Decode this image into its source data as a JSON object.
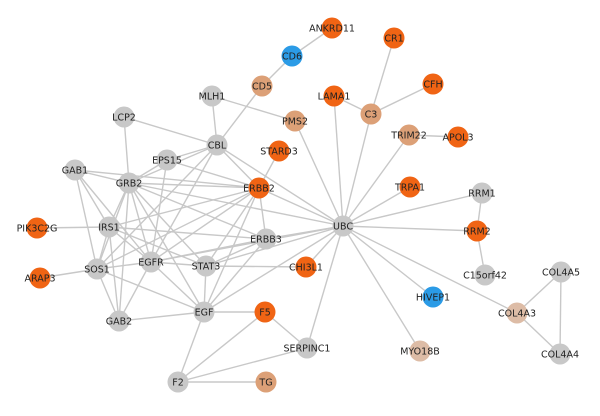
{
  "colors": {
    "grey": "#c8c8c8",
    "dark_orange": "#f06414",
    "mid_orange": "#e68a4a",
    "light_orange": "#dca077",
    "pale": "#ddbca6",
    "blue": "#2b9be6",
    "edge": "#c8c8c8"
  },
  "nodes": [
    {
      "id": "ANKRD11",
      "label": "ANKRD11",
      "color": "dark_orange"
    },
    {
      "id": "CR1",
      "label": "CR1",
      "color": "dark_orange"
    },
    {
      "id": "CD6",
      "label": "CD6",
      "color": "blue"
    },
    {
      "id": "CFH",
      "label": "CFH",
      "color": "dark_orange"
    },
    {
      "id": "CD5",
      "label": "CD5",
      "color": "light_orange"
    },
    {
      "id": "MLH1",
      "label": "MLH1",
      "color": "grey"
    },
    {
      "id": "LAMA1",
      "label": "LAMA1",
      "color": "dark_orange"
    },
    {
      "id": "C3",
      "label": "C3",
      "color": "light_orange"
    },
    {
      "id": "LCP2",
      "label": "LCP2",
      "color": "grey"
    },
    {
      "id": "PMS2",
      "label": "PMS2",
      "color": "light_orange"
    },
    {
      "id": "TRIM22",
      "label": "TRIM22",
      "color": "light_orange"
    },
    {
      "id": "APOL3",
      "label": "APOL3",
      "color": "dark_orange"
    },
    {
      "id": "CBL",
      "label": "CBL",
      "color": "grey"
    },
    {
      "id": "STARD3",
      "label": "STARD3",
      "color": "dark_orange"
    },
    {
      "id": "EPS15",
      "label": "EPS15",
      "color": "grey"
    },
    {
      "id": "GAB1",
      "label": "GAB1",
      "color": "grey"
    },
    {
      "id": "GRB2",
      "label": "GRB2",
      "color": "grey"
    },
    {
      "id": "ERBB2",
      "label": "ERBB2",
      "color": "dark_orange"
    },
    {
      "id": "TRPA1",
      "label": "TRPA1",
      "color": "dark_orange"
    },
    {
      "id": "RRM1",
      "label": "RRM1",
      "color": "grey"
    },
    {
      "id": "UBC",
      "label": "UBC",
      "color": "grey"
    },
    {
      "id": "PIK3C2G",
      "label": "PIK3C2G",
      "color": "dark_orange"
    },
    {
      "id": "IRS1",
      "label": "IRS1",
      "color": "grey"
    },
    {
      "id": "RRM2",
      "label": "RRM2",
      "color": "dark_orange"
    },
    {
      "id": "ERBB3",
      "label": "ERBB3",
      "color": "grey"
    },
    {
      "id": "EGFR",
      "label": "EGFR",
      "color": "grey"
    },
    {
      "id": "STAT3",
      "label": "STAT3",
      "color": "grey"
    },
    {
      "id": "CHI3L1",
      "label": "CHI3L1",
      "color": "dark_orange"
    },
    {
      "id": "SOS1",
      "label": "SOS1",
      "color": "grey"
    },
    {
      "id": "C15orf42",
      "label": "C15orf42",
      "color": "grey"
    },
    {
      "id": "COL4A5",
      "label": "COL4A5",
      "color": "grey"
    },
    {
      "id": "ARAP3",
      "label": "ARAP3",
      "color": "dark_orange"
    },
    {
      "id": "HIVEP1",
      "label": "HIVEP1",
      "color": "blue"
    },
    {
      "id": "GAB2",
      "label": "GAB2",
      "color": "grey"
    },
    {
      "id": "EGF",
      "label": "EGF",
      "color": "grey"
    },
    {
      "id": "F5",
      "label": "F5",
      "color": "dark_orange"
    },
    {
      "id": "COL4A3",
      "label": "COL4A3",
      "color": "pale"
    },
    {
      "id": "SERPINC1",
      "label": "SERPINC1",
      "color": "grey"
    },
    {
      "id": "MYO18B",
      "label": "MYO18B",
      "color": "pale"
    },
    {
      "id": "COL4A4",
      "label": "COL4A4",
      "color": "grey"
    },
    {
      "id": "F2",
      "label": "F2",
      "color": "grey"
    },
    {
      "id": "TG",
      "label": "TG",
      "color": "light_orange"
    }
  ],
  "edges": [
    [
      "CD6",
      "CD5"
    ],
    [
      "CD6",
      "ANKRD11"
    ],
    [
      "CD5",
      "CBL"
    ],
    [
      "CR1",
      "C3"
    ],
    [
      "CFH",
      "C3"
    ],
    [
      "C3",
      "LAMA1"
    ],
    [
      "C3",
      "UBC"
    ],
    [
      "TRIM22",
      "APOL3"
    ],
    [
      "TRIM22",
      "UBC"
    ],
    [
      "MLH1",
      "PMS2"
    ],
    [
      "MLH1",
      "CBL"
    ],
    [
      "PMS2",
      "UBC"
    ],
    [
      "LAMA1",
      "UBC"
    ],
    [
      "STARD3",
      "ERBB2"
    ],
    [
      "TRPA1",
      "UBC"
    ],
    [
      "RRM1",
      "UBC"
    ],
    [
      "RRM2",
      "UBC"
    ],
    [
      "RRM2",
      "RRM1"
    ],
    [
      "RRM2",
      "C15orf42"
    ],
    [
      "HIVEP1",
      "UBC"
    ],
    [
      "COL4A3",
      "UBC"
    ],
    [
      "COL4A3",
      "COL4A5"
    ],
    [
      "COL4A3",
      "COL4A4"
    ],
    [
      "COL4A5",
      "COL4A4"
    ],
    [
      "MYO18B",
      "UBC"
    ],
    [
      "CHI3L1",
      "UBC"
    ],
    [
      "CHI3L1",
      "STAT3"
    ],
    [
      "SERPINC1",
      "UBC"
    ],
    [
      "SERPINC1",
      "F5"
    ],
    [
      "SERPINC1",
      "F2"
    ],
    [
      "F5",
      "EGF"
    ],
    [
      "F5",
      "F2"
    ],
    [
      "F2",
      "EGF"
    ],
    [
      "F2",
      "TG"
    ],
    [
      "ERBB2",
      "UBC"
    ],
    [
      "ERBB3",
      "UBC"
    ],
    [
      "CBL",
      "UBC"
    ],
    [
      "GRB2",
      "UBC"
    ],
    [
      "EGFR",
      "UBC"
    ],
    [
      "STAT3",
      "UBC"
    ],
    [
      "EGF",
      "UBC"
    ],
    [
      "LCP2",
      "GRB2"
    ],
    [
      "LCP2",
      "CBL"
    ],
    [
      "CBL",
      "GRB2"
    ],
    [
      "CBL",
      "EGFR"
    ],
    [
      "CBL",
      "EPS15"
    ],
    [
      "CBL",
      "ERBB2"
    ],
    [
      "CBL",
      "SOS1"
    ],
    [
      "EPS15",
      "EGFR"
    ],
    [
      "EPS15",
      "GRB2"
    ],
    [
      "EPS15",
      "ERBB2"
    ],
    [
      "GAB1",
      "GRB2"
    ],
    [
      "GAB1",
      "IRS1"
    ],
    [
      "GAB1",
      "SOS1"
    ],
    [
      "GAB1",
      "EGFR"
    ],
    [
      "GAB1",
      "ERBB2"
    ],
    [
      "GRB2",
      "IRS1"
    ],
    [
      "GRB2",
      "SOS1"
    ],
    [
      "GRB2",
      "EGFR"
    ],
    [
      "GRB2",
      "ERBB2"
    ],
    [
      "GRB2",
      "ERBB3"
    ],
    [
      "GRB2",
      "STAT3"
    ],
    [
      "GRB2",
      "GAB2"
    ],
    [
      "GRB2",
      "EGF"
    ],
    [
      "ERBB2",
      "EGFR"
    ],
    [
      "ERBB2",
      "ERBB3"
    ],
    [
      "ERBB2",
      "STAT3"
    ],
    [
      "ERBB2",
      "IRS1"
    ],
    [
      "ERBB2",
      "SOS1"
    ],
    [
      "ERBB2",
      "EGF"
    ],
    [
      "IRS1",
      "PIK3C2G"
    ],
    [
      "IRS1",
      "SOS1"
    ],
    [
      "IRS1",
      "EGFR"
    ],
    [
      "IRS1",
      "ERBB3"
    ],
    [
      "IRS1",
      "STAT3"
    ],
    [
      "IRS1",
      "GAB2"
    ],
    [
      "SOS1",
      "ARAP3"
    ],
    [
      "SOS1",
      "EGFR"
    ],
    [
      "SOS1",
      "GAB2"
    ],
    [
      "SOS1",
      "EGF"
    ],
    [
      "EGFR",
      "ERBB3"
    ],
    [
      "EGFR",
      "STAT3"
    ],
    [
      "EGFR",
      "EGF"
    ],
    [
      "EGFR",
      "GAB2"
    ],
    [
      "ERBB3",
      "STAT3"
    ],
    [
      "ERBB3",
      "EGF"
    ],
    [
      "STAT3",
      "EGF"
    ],
    [
      "GAB2",
      "EGF"
    ]
  ]
}
